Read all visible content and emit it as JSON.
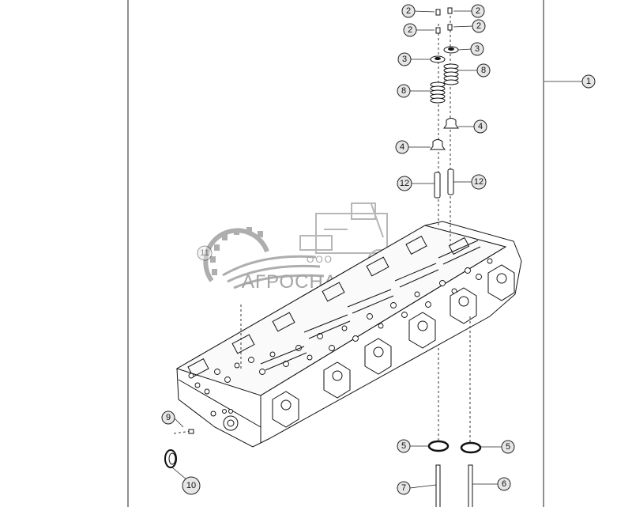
{
  "diagram": {
    "callouts": {
      "c1": "1",
      "c2a": "2",
      "c2b": "2",
      "c2c": "2",
      "c2d": "2",
      "c3a": "3",
      "c3b": "3",
      "c4a": "4",
      "c4b": "4",
      "c5a": "5",
      "c5b": "5",
      "c6": "6",
      "c7": "7",
      "c8a": "8",
      "c8b": "8",
      "c9": "9",
      "c10": "10",
      "c11": "11",
      "c12a": "12",
      "c12b": "12"
    }
  },
  "watermark": {
    "prefix": "ООО",
    "name": "АГРОСНАБ"
  },
  "colors": {
    "line": "#222222",
    "callout_fill": "#e6e6e6",
    "watermark": "#8e8e8e",
    "background": "#ffffff"
  }
}
